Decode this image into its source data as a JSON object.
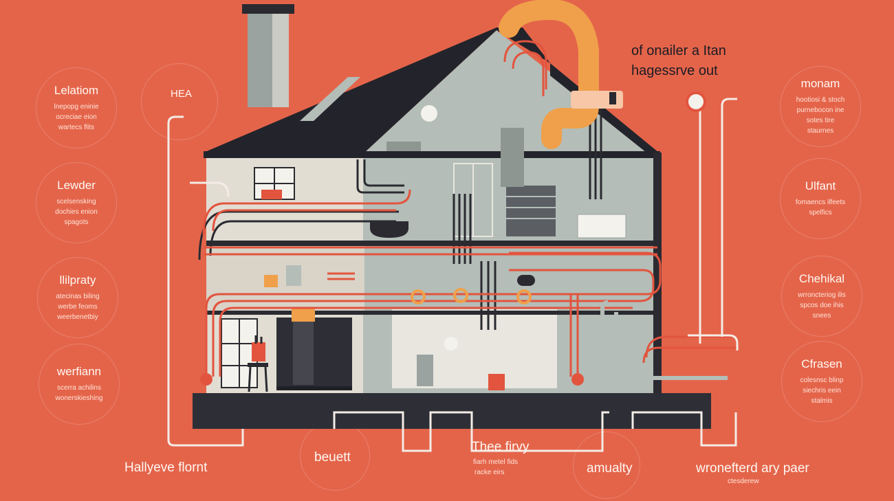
{
  "heading": {
    "line1": "of onailer a Itan",
    "line2": "hagessrve out"
  },
  "house_label": "HEA",
  "left_callouts": [
    {
      "title": "Lelatiom",
      "lines": [
        "lnepopg eninie",
        "ocreciae eion",
        "wartecs flits"
      ]
    },
    {
      "title": "Lewder",
      "lines": [
        "scelsensking",
        "dochies enion",
        "spagots"
      ]
    },
    {
      "title": "llilpraty",
      "lines": [
        "atecinas biling",
        "werbe feoms",
        "weerbenetbiy"
      ]
    },
    {
      "title": "werfiann",
      "lines": [
        "scerra achilins",
        "wonerskieshing"
      ]
    }
  ],
  "right_callouts": [
    {
      "title": "monam",
      "lines": [
        "hootiosi & stoch",
        "purnebocon ine",
        "sotes tire",
        "staurnes"
      ]
    },
    {
      "title": "Ulfant",
      "lines": [
        "fomaencs ilfeets",
        "spelfics"
      ]
    },
    {
      "title": "Chehikal",
      "lines": [
        "wrroncteriog ilis",
        "spcos doe ihis",
        "snees"
      ]
    },
    {
      "title": "Cfrasen",
      "lines": [
        "colesnsc blinp",
        "siechris eein",
        "stalmis"
      ]
    }
  ],
  "bottom_labels": {
    "left": "Hallyeve flornt",
    "center_left": "beuett",
    "center_title": "Thee firvy",
    "center_lines": [
      "fiarh metel fids",
      "racke eirs"
    ],
    "center_right": "amualty",
    "right": "wronefterd ary paer",
    "right_sub": "ctesderew"
  },
  "colors": {
    "background": "#e4644a",
    "roof": "#23242b",
    "wall": "#e2ddd3",
    "glass": "#b4bdb7",
    "pipe_red": "#e2543e",
    "pipe_dark": "#2a2a30",
    "chimney_pipe": "#f0a04a",
    "foundation": "#2e2f36"
  }
}
